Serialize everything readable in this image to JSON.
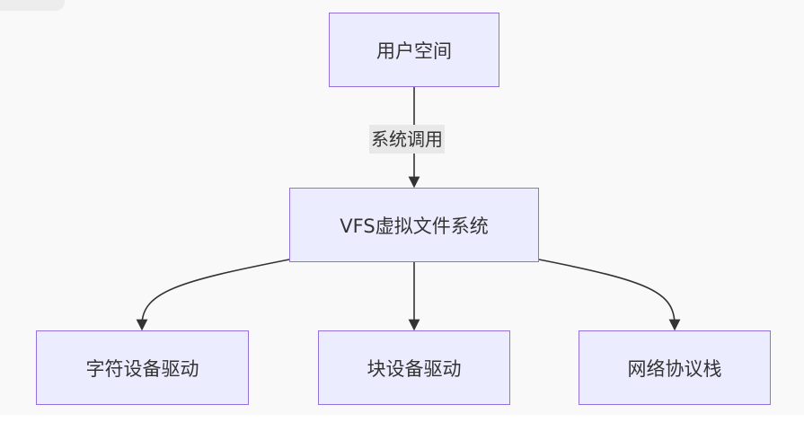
{
  "nodes": {
    "user_space": "用户空间",
    "vfs": "VFS虚拟文件系统",
    "char_driver": "字符设备驱动",
    "block_driver": "块设备驱动",
    "network_stack": "网络协议栈"
  },
  "edges": {
    "syscall_label": "系统调用"
  },
  "colors": {
    "node_fill": "#ececff",
    "node_border": "#9370db",
    "edge": "#333333",
    "label_bg": "#e8e8e8",
    "background": "#f9f9f9"
  }
}
